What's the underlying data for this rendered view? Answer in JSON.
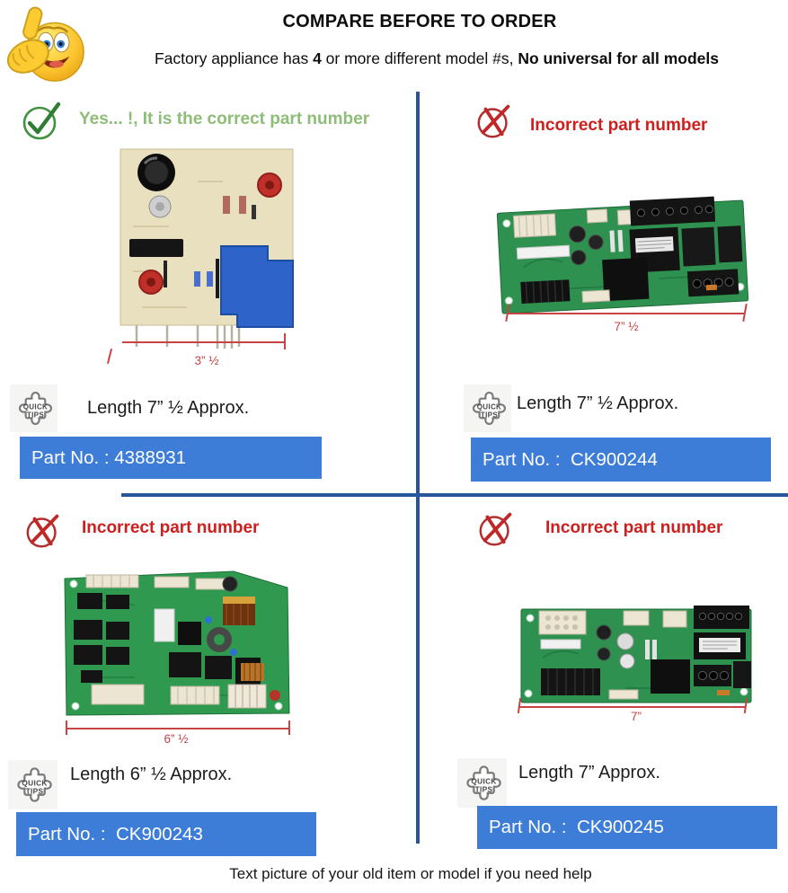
{
  "header": {
    "title": "COMPARE BEFORE TO ORDER",
    "subtitle": {
      "lead": "Factory appliance has ",
      "bold_count": "4",
      "middle": " or more different model #s, ",
      "bold_tail": "No universal for all models"
    }
  },
  "icons": {
    "thumbs_up": "thumbs-up-smiley",
    "check": "green-check-circle",
    "cross": "red-x-circle",
    "quick_tips": {
      "line1": "QUICK",
      "line2": "TIPS"
    }
  },
  "quadrants": {
    "top_left": {
      "status": "correct",
      "status_label": "Yes... !, It is the correct part number",
      "photo_alt": "beige control board with blue relay",
      "dimension_label": "3” ½",
      "length_label": "Length 7” ½ Approx.",
      "part_label": "Part No. : 4388931"
    },
    "top_right": {
      "status": "incorrect",
      "status_label": "Incorrect part number",
      "photo_alt": "green control board, angled",
      "dimension_label": "7” ½",
      "length_label": "Length 7” ½ Approx.",
      "part_label": "Part No. :  CK900244"
    },
    "bottom_left": {
      "status": "incorrect",
      "status_label": "Incorrect part number",
      "photo_alt": "large green control board",
      "dimension_label": "6” ½",
      "length_label": "Length 6” ½ Approx.",
      "part_label": "Part No. :  CK900243"
    },
    "bottom_right": {
      "status": "incorrect",
      "status_label": "Incorrect part number",
      "photo_alt": "long green control board",
      "dimension_label": "7”",
      "length_label": "Length 7” Approx.",
      "part_label": "Part No. :  CK900245"
    }
  },
  "footer": {
    "caption": "Text picture of your old item or model if you need help"
  },
  "colors": {
    "banner_blue": "#3d7dd8",
    "divider_blue": "#27569c",
    "alert_red": "#cd1f1d",
    "dimension_red": "#c84343",
    "ok_green": "#8dbd77",
    "pcb_green": "#2e9150",
    "board_beige": "#e8e0bf"
  }
}
